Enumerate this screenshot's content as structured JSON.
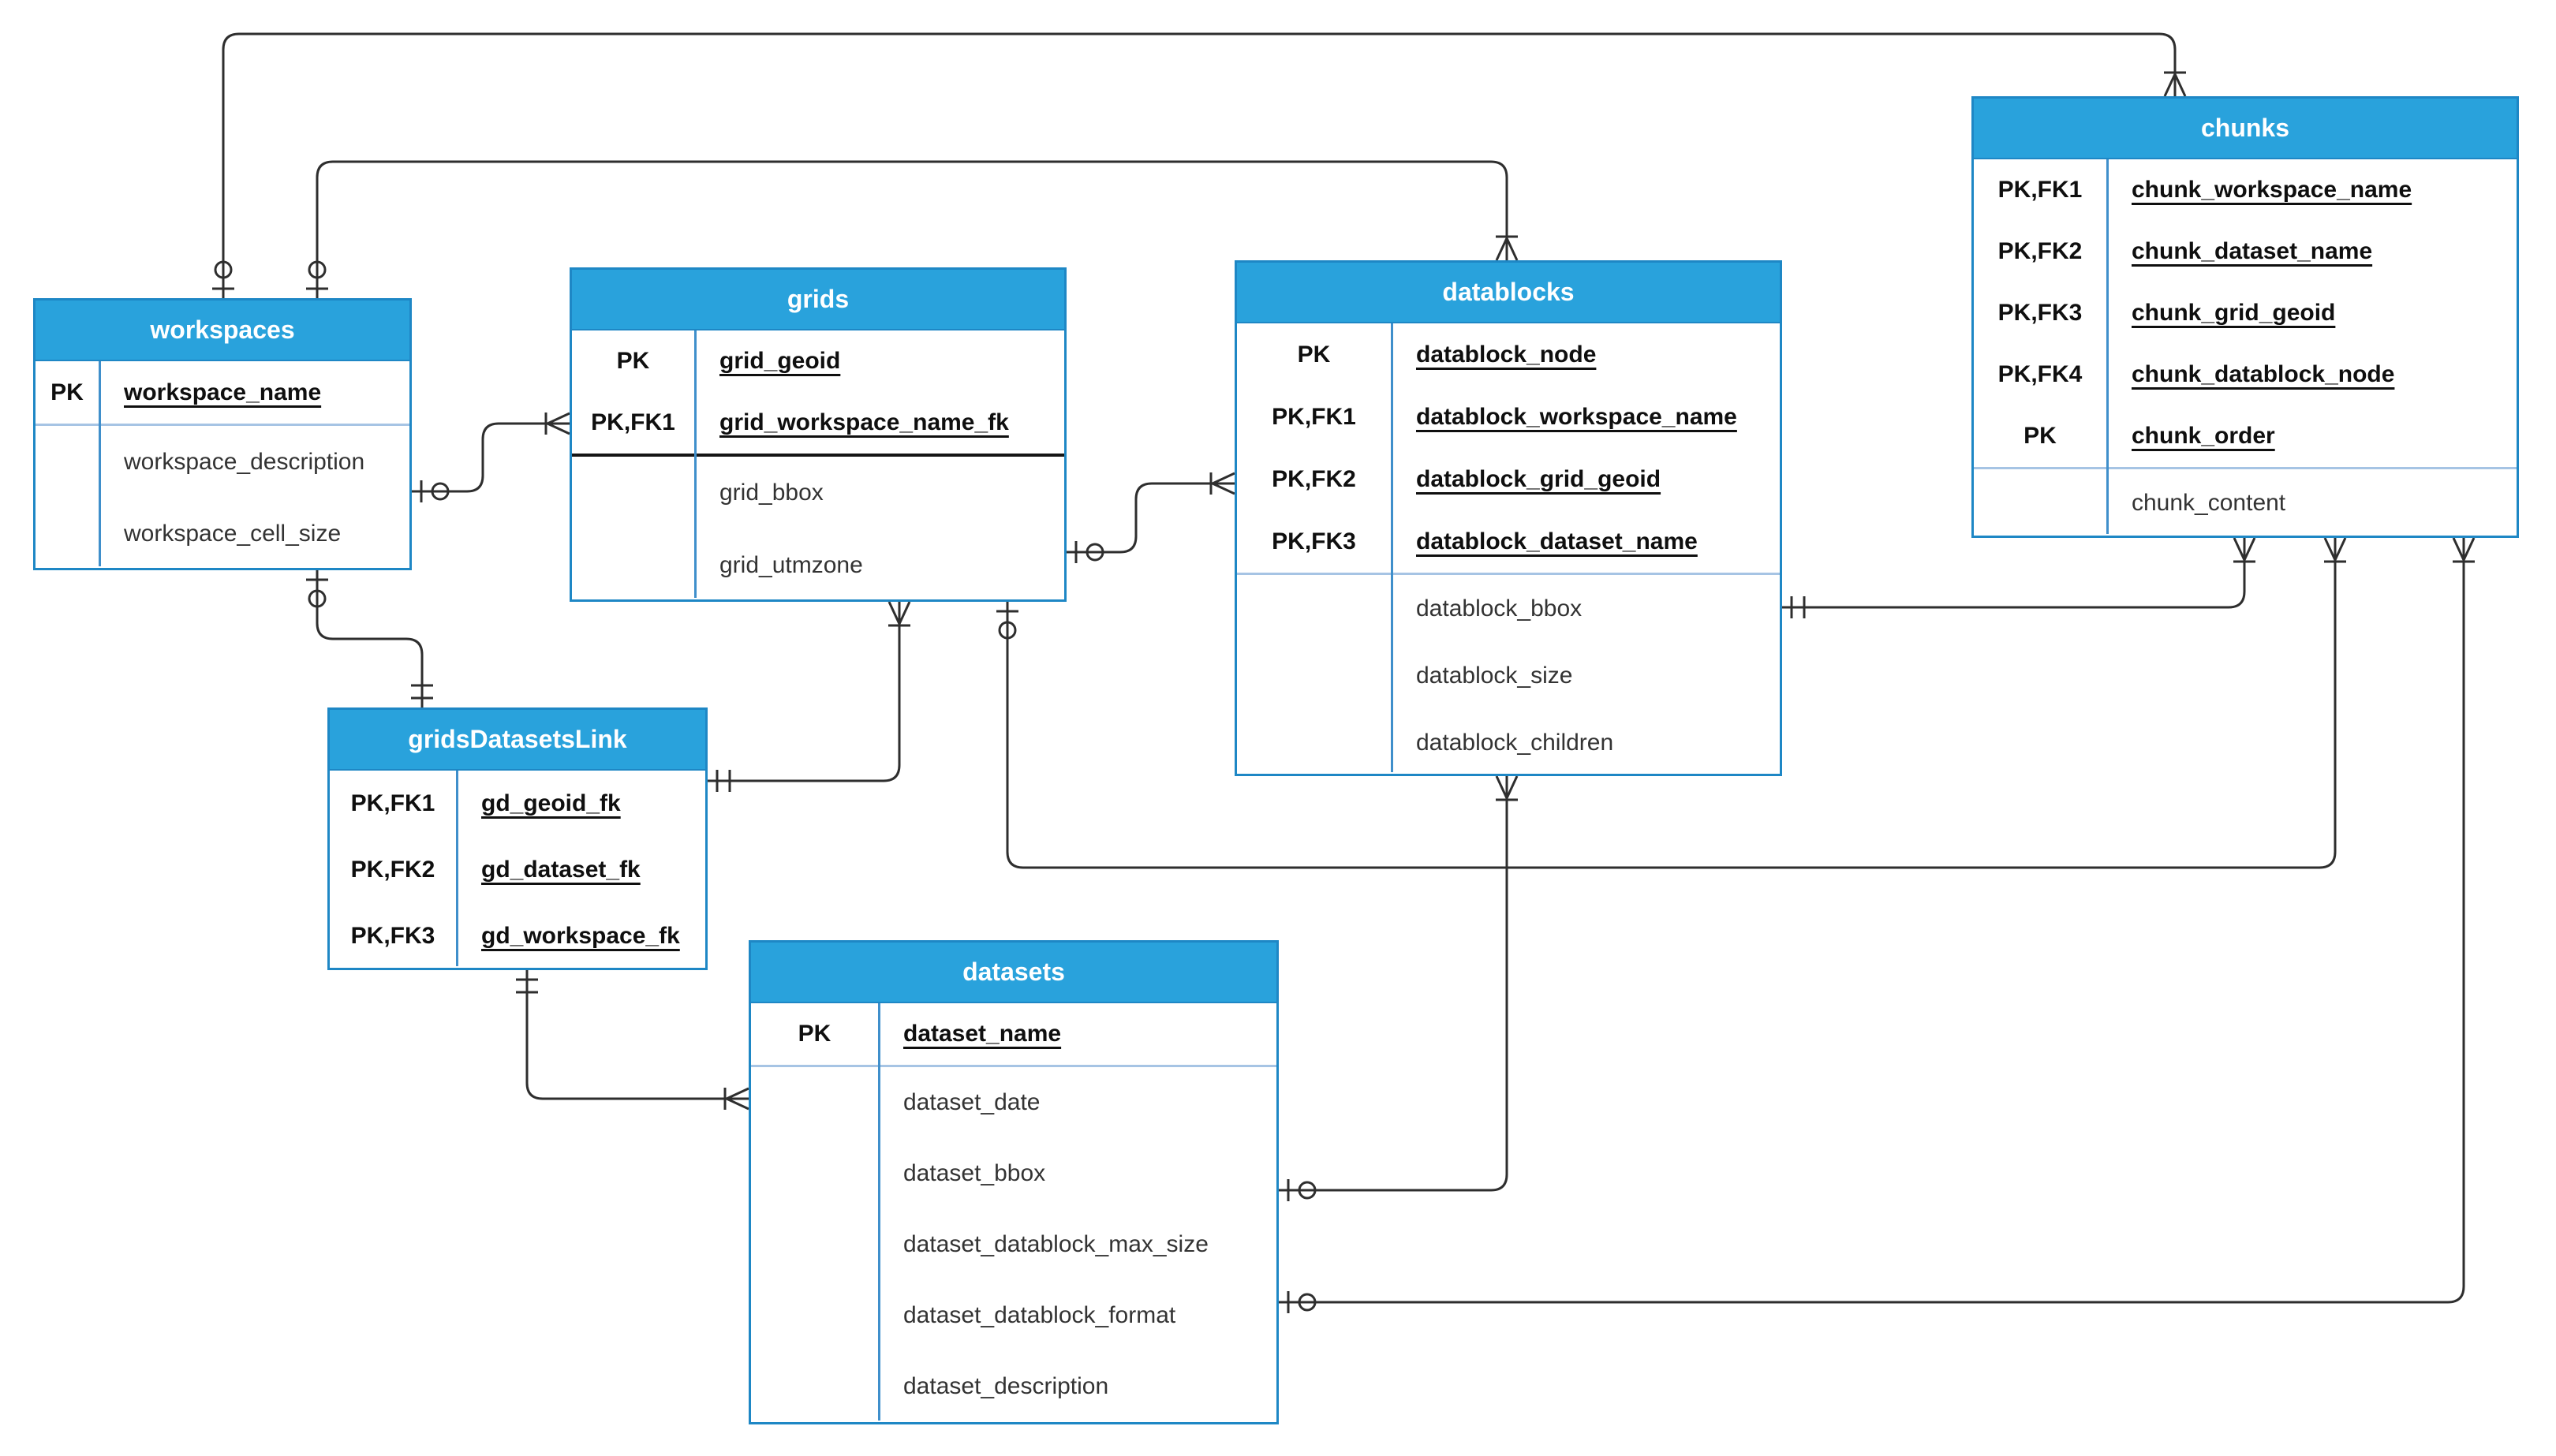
{
  "diagram": {
    "type": "entity-relationship",
    "accent_color": "#29a2dc",
    "border_color": "#1e87c5",
    "line_color": "#2e2e2e"
  },
  "tables": [
    {
      "id": "workspaces",
      "title": "workspaces",
      "key_rows": [
        {
          "keys": "PK",
          "field": "workspace_name"
        }
      ],
      "attr_rows": [
        "workspace_description",
        "workspace_cell_size"
      ]
    },
    {
      "id": "grids",
      "title": "grids",
      "key_rows": [
        {
          "keys": "PK",
          "field": "grid_geoid"
        },
        {
          "keys": "PK,FK1",
          "field": "grid_workspace_name_fk"
        }
      ],
      "attr_rows": [
        "grid_bbox",
        "grid_utmzone"
      ]
    },
    {
      "id": "datablocks",
      "title": "datablocks",
      "key_rows": [
        {
          "keys": "PK",
          "field": "datablock_node"
        },
        {
          "keys": "PK,FK1",
          "field": "datablock_workspace_name"
        },
        {
          "keys": "PK,FK2",
          "field": "datablock_grid_geoid"
        },
        {
          "keys": "PK,FK3",
          "field": "datablock_dataset_name"
        }
      ],
      "attr_rows": [
        "datablock_bbox",
        "datablock_size",
        "datablock_children"
      ]
    },
    {
      "id": "chunks",
      "title": "chunks",
      "key_rows": [
        {
          "keys": "PK,FK1",
          "field": "chunk_workspace_name"
        },
        {
          "keys": "PK,FK2",
          "field": "chunk_dataset_name"
        },
        {
          "keys": "PK,FK3",
          "field": "chunk_grid_geoid"
        },
        {
          "keys": "PK,FK4",
          "field": "chunk_datablock_node"
        },
        {
          "keys": "PK",
          "field": "chunk_order"
        }
      ],
      "attr_rows": [
        "chunk_content"
      ]
    },
    {
      "id": "gridsDatasetsLink",
      "title": "gridsDatasetsLink",
      "key_rows": [
        {
          "keys": "PK,FK1",
          "field": "gd_geoid_fk"
        },
        {
          "keys": "PK,FK2",
          "field": "gd_dataset_fk"
        },
        {
          "keys": "PK,FK3",
          "field": "gd_workspace_fk"
        }
      ],
      "attr_rows": []
    },
    {
      "id": "datasets",
      "title": "datasets",
      "key_rows": [
        {
          "keys": "PK",
          "field": "dataset_name"
        }
      ],
      "attr_rows": [
        "dataset_date",
        "dataset_bbox",
        "dataset_datablock_max_size",
        "dataset_datablock_format",
        "dataset_description"
      ]
    }
  ],
  "relationships": [
    {
      "id": "workspaces-chunks",
      "from": "workspaces",
      "to": "chunks",
      "from_end": "zero-or-one",
      "to_end": "one-or-many"
    },
    {
      "id": "workspaces-datablocks",
      "from": "workspaces",
      "to": "datablocks",
      "from_end": "zero-or-one",
      "to_end": "one-or-many"
    },
    {
      "id": "workspaces-grids",
      "from": "workspaces",
      "to": "grids",
      "from_end": "zero-or-one",
      "to_end": "one-or-many"
    },
    {
      "id": "workspaces-gridsDatasetsLink",
      "from": "workspaces",
      "to": "gridsDatasetsLink",
      "from_end": "zero-or-one",
      "to_end": "one-and-only-one"
    },
    {
      "id": "gridsDatasetsLink-grids",
      "from": "gridsDatasetsLink",
      "to": "grids",
      "from_end": "one-and-only-one",
      "to_end": "one-or-many"
    },
    {
      "id": "grids-datablocks",
      "from": "grids",
      "to": "datablocks",
      "from_end": "zero-or-one",
      "to_end": "one-or-many"
    },
    {
      "id": "grids-chunks",
      "from": "grids",
      "to": "chunks",
      "from_end": "zero-or-one",
      "to_end": "one-or-many"
    },
    {
      "id": "datablocks-chunks",
      "from": "datablocks",
      "to": "chunks",
      "from_end": "one-and-only-one",
      "to_end": "one-or-many"
    },
    {
      "id": "datasets-datablocks",
      "from": "datasets",
      "to": "datablocks",
      "from_end": "zero-or-one",
      "to_end": "one-or-many"
    },
    {
      "id": "datasets-chunks",
      "from": "datasets",
      "to": "chunks",
      "from_end": "zero-or-one",
      "to_end": "one-or-many"
    },
    {
      "id": "gridsDatasetsLink-datasets",
      "from": "gridsDatasetsLink",
      "to": "datasets",
      "from_end": "one-and-only-one",
      "to_end": "one-or-many"
    }
  ]
}
